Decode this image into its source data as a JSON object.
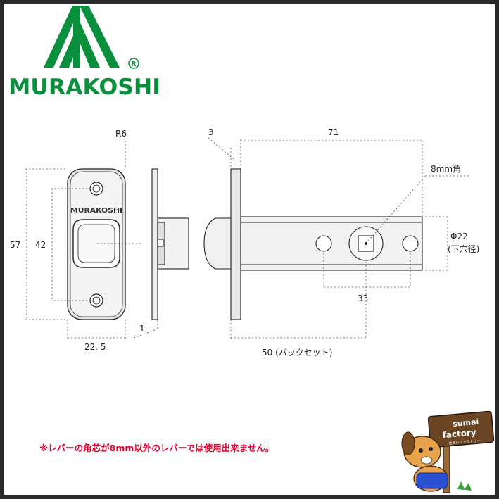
{
  "brand": {
    "name": "MURAKOSHI",
    "registered": "R",
    "plate_logo": "MURAKOSHI",
    "color": "#0a8f3c"
  },
  "dimensions": {
    "r6": "R6",
    "d57": "57",
    "d42": "42",
    "d22_5": "22. 5",
    "d1": "1",
    "d3": "3",
    "d71": "71",
    "square": "8mm角",
    "phi22": "Φ22",
    "phi22_note": "(下穴径)",
    "d33": "33",
    "backset": "50 (バックセット)"
  },
  "note": "※レバーの角芯が8mm以外のレバーでは使用出来ません。",
  "mascot": {
    "line1": "sumai",
    "line2": "factory",
    "sub": "住まいファクトリー"
  }
}
